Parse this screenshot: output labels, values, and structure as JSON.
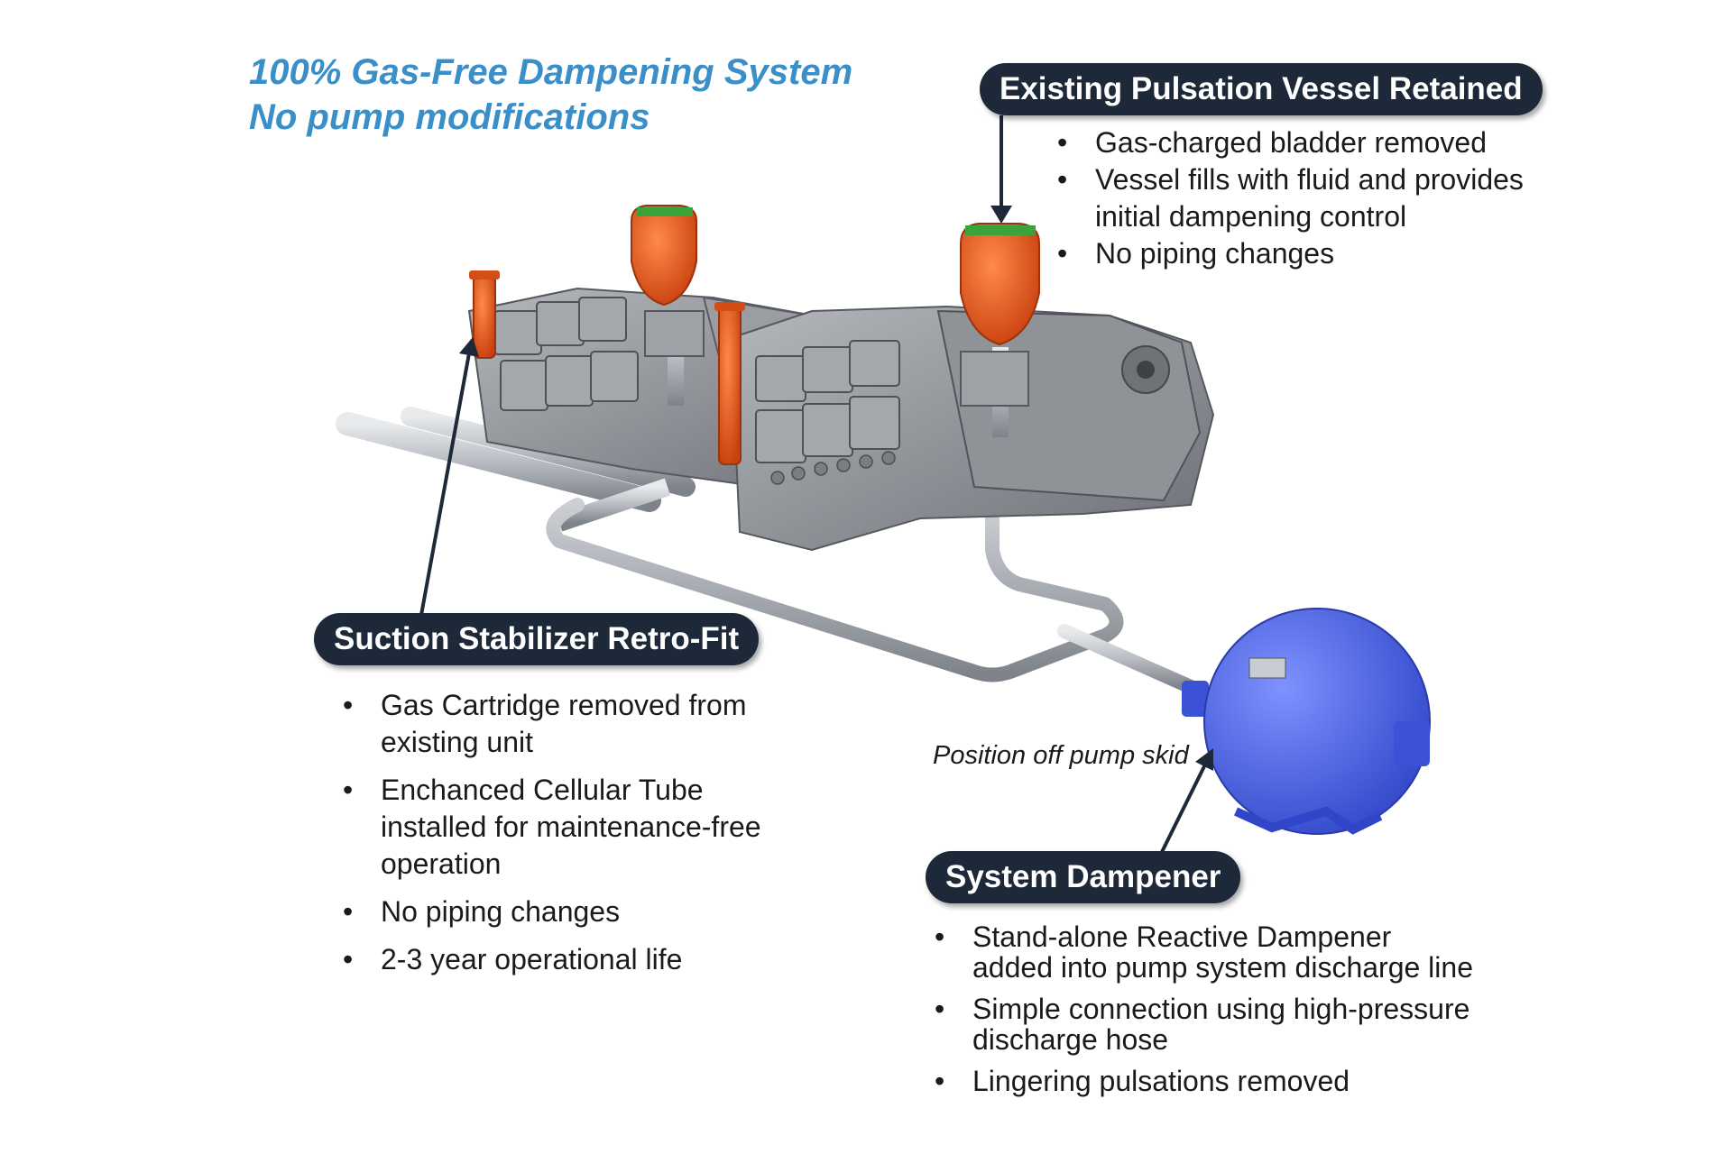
{
  "headline": {
    "line1": "100% Gas-Free Dampening System",
    "line2": "No pump modifications"
  },
  "callouts": {
    "pulsation_vessel": {
      "title": "Existing Pulsation Vessel Retained",
      "bullets": [
        "Gas-charged bladder removed",
        "Vessel fills with fluid and provides initial dampening control",
        "No piping changes"
      ]
    },
    "suction_stabilizer": {
      "title": "Suction Stabilizer Retro-Fit",
      "bullets": [
        "Gas Cartridge removed from existing unit",
        "Enchanced Cellular Tube installed for maintenance-free operation",
        "No piping changes",
        "2-3 year operational life"
      ]
    },
    "system_dampener": {
      "title": "System Dampener",
      "caption": "Position off pump skid",
      "bullets": [
        "Stand-alone Reactive Dampener added into pump system discharge line",
        "Simple connection using high-pressure discharge hose",
        "Lingering pulsations removed"
      ]
    }
  },
  "colors": {
    "headline": "#3b8fc8",
    "pill_background": "#1d2838",
    "pulsation_vessel": "#e8561c",
    "dampener": "#4a63e8",
    "pump_body": "#8e9196",
    "pipe": "#b8bcc2"
  }
}
